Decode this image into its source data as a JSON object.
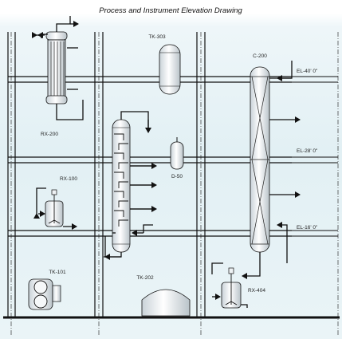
{
  "title": "Process and Instrument Elevation Drawing",
  "equipment": {
    "rx200": "RX-200",
    "tk303": "TK-303",
    "c200": "C-200",
    "rx100": "RX-100",
    "d50": "D-50",
    "tk101": "TK-101",
    "tk202": "TK-202",
    "rx404": "RX-404"
  },
  "elevations": {
    "el40": "EL-40' 0\"",
    "el28": "EL-28' 0\"",
    "el16": "EL-16' 0\""
  },
  "colors": {
    "background": "#e6f2f6",
    "line": "#111111",
    "vessel_fill": "#eef2f4"
  }
}
